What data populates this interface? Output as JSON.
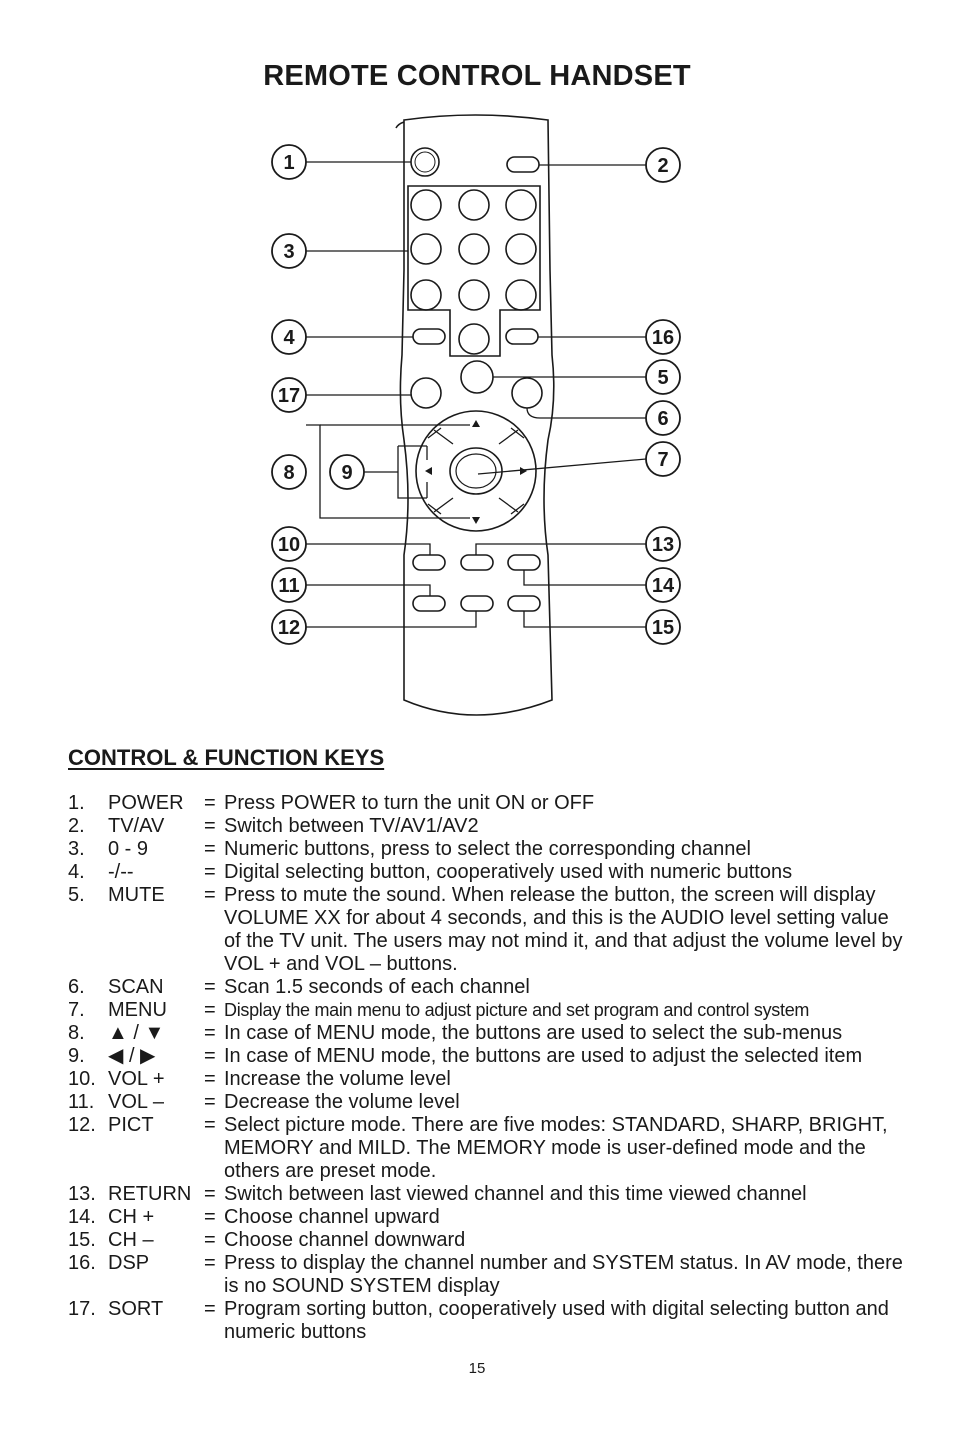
{
  "title": "REMOTE CONTROL HANDSET",
  "callouts": [
    "1",
    "2",
    "3",
    "4",
    "5",
    "6",
    "7",
    "8",
    "9",
    "10",
    "11",
    "12",
    "13",
    "14",
    "15",
    "16",
    "17"
  ],
  "section_title": "CONTROL & FUNCTION KEYS",
  "keys": [
    {
      "num": "1.",
      "name": "POWER",
      "desc": "Press POWER to turn the unit ON or OFF"
    },
    {
      "num": "2.",
      "name": "TV/AV",
      "desc": "Switch between TV/AV1/AV2"
    },
    {
      "num": "3.",
      "name": "0 - 9",
      "desc": "Numeric buttons, press to select the corresponding channel"
    },
    {
      "num": "4.",
      "name": "-/--",
      "desc": "Digital selecting button, cooperatively used with numeric buttons"
    },
    {
      "num": "5.",
      "name": "MUTE",
      "desc": "Press to mute the sound.  When release the button, the screen will display VOLUME XX for about 4 seconds, and this is the AUDIO level setting value of the TV unit.  The users may not mind it, and that adjust the volume level by VOL + and VOL – buttons."
    },
    {
      "num": "6.",
      "name": "SCAN",
      "desc": "Scan 1.5 seconds of each channel"
    },
    {
      "num": "7.",
      "name": "MENU",
      "desc": "Display the main menu to adjust picture and set program and control system"
    },
    {
      "num": "8.",
      "name": "▲ / ▼",
      "desc": "In case of MENU mode, the buttons are used to select the sub-menus"
    },
    {
      "num": "9.",
      "name": "◀ / ▶",
      "desc": "In case of MENU mode, the buttons are used to adjust the selected item"
    },
    {
      "num": "10.",
      "name": "VOL +",
      "desc": "Increase the volume level"
    },
    {
      "num": "11.",
      "name": "VOL –",
      "desc": "Decrease the volume level"
    },
    {
      "num": "12.",
      "name": "PICT",
      "desc": "Select picture mode.  There are five modes:  STANDARD, SHARP, BRIGHT, MEMORY and MILD.  The MEMORY mode is user-defined mode and the others are preset mode."
    },
    {
      "num": "13.",
      "name": "RETURN",
      "desc": "Switch between last viewed channel and this time viewed channel"
    },
    {
      "num": "14.",
      "name": "CH +",
      "desc": "Choose channel upward"
    },
    {
      "num": "15.",
      "name": "CH –",
      "desc": "Choose channel downward"
    },
    {
      "num": "16.",
      "name": "DSP",
      "desc": "Press to display the channel number and SYSTEM status.  In AV mode, there is no SOUND SYSTEM display"
    },
    {
      "num": "17.",
      "name": "SORT",
      "desc": "Program sorting button, cooperatively used with digital selecting button and numeric buttons"
    }
  ],
  "equals": "=",
  "page_number": "15"
}
